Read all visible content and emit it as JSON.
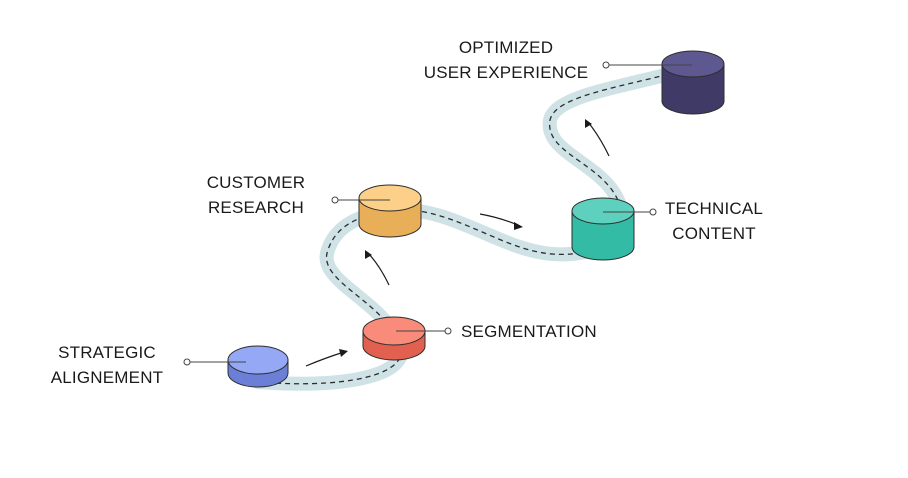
{
  "stages": [
    {
      "id": "strategic",
      "lines": [
        "STRATEGIC",
        "ALIGNEMENT"
      ],
      "top_color": "#95a8f5",
      "side_color": "#6b7fd6"
    },
    {
      "id": "segmentation",
      "lines": [
        "SEGMENTATION"
      ],
      "top_color": "#f98b7a",
      "side_color": "#e1604f"
    },
    {
      "id": "customer",
      "lines": [
        "CUSTOMER",
        "RESEARCH"
      ],
      "top_color": "#fdd089",
      "side_color": "#e9ae58"
    },
    {
      "id": "technical",
      "lines": [
        "TECHNICAL",
        "CONTENT"
      ],
      "top_color": "#5dd1bd",
      "side_color": "#34bba5"
    },
    {
      "id": "optimized",
      "lines": [
        "OPTIMIZED",
        "USER EXPERIENCE"
      ],
      "top_color": "#5d5890",
      "side_color": "#403a67"
    }
  ],
  "road_color": "#cfe2e6",
  "outline_color": "#2d2d2d"
}
